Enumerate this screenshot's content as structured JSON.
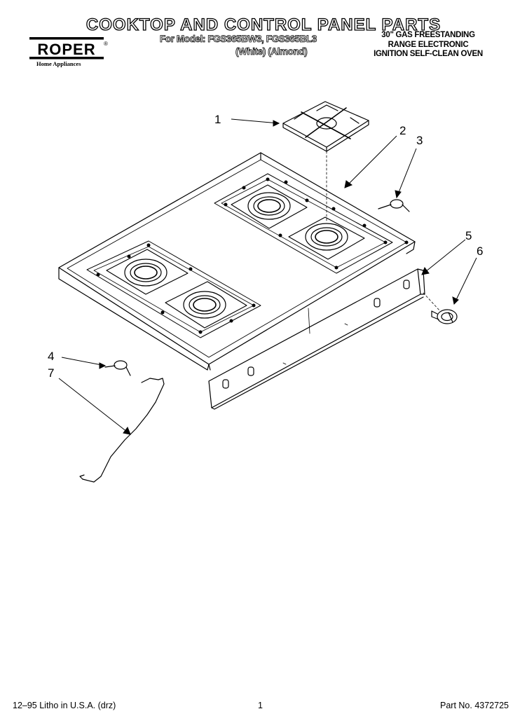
{
  "header": {
    "title": "COOKTOP AND CONTROL PANEL PARTS",
    "model_line": "For Model: FGS365BW3, FGS365BL3",
    "color_line": "(White)    (Almond)",
    "description": [
      "30\" GAS FREESTANDING",
      "RANGE ELECTRONIC",
      "IGNITION SELF-CLEAN OVEN"
    ]
  },
  "brand": {
    "name": "ROPER",
    "mark": "®",
    "subtitle": "Home Appliances"
  },
  "callouts": [
    "1",
    "2",
    "3",
    "4",
    "5",
    "6",
    "7"
  ],
  "footer": {
    "left": "12–95 Litho in U.S.A. (drz)",
    "center": "1",
    "right": "Part No. 4372725"
  }
}
